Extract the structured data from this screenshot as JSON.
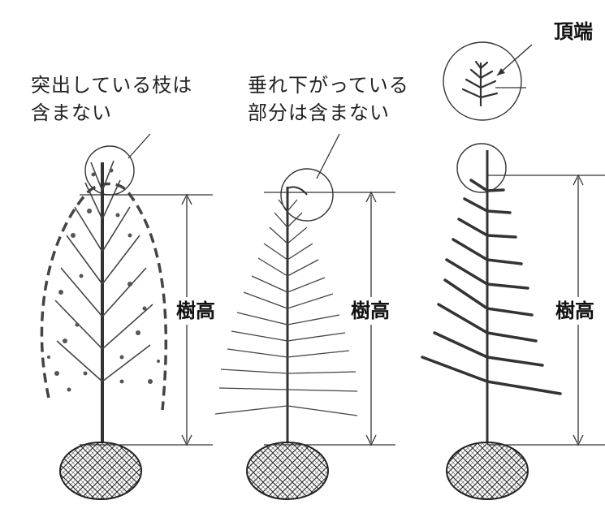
{
  "annotations": {
    "note_left": "突出している枝は\n含まない",
    "note_mid": "垂れ下がっている\n部分は含まない",
    "top_label": "頂端",
    "height_label_left": "樹高",
    "height_label_mid": "樹高",
    "height_label_right": "樹高"
  },
  "colors": {
    "line": "#333333",
    "ink": "#222222"
  }
}
